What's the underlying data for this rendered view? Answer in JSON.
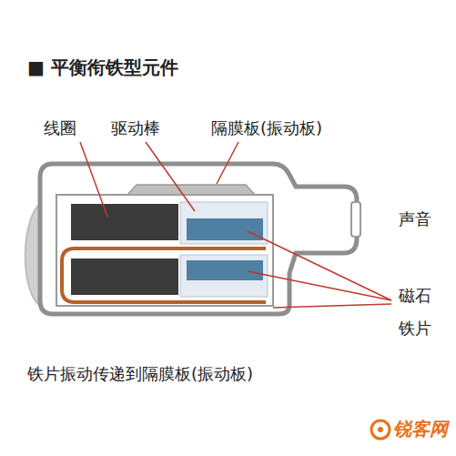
{
  "diagram": {
    "title": "■ 平衡衔铁型元件",
    "caption": "铁片振动传递到隔膜板(振动板)",
    "labels": [
      "线圈",
      "驱动棒",
      "隔膜板(振动板)",
      "声音",
      "磁石",
      "铁片",
      "锐客网"
    ]
  }
}
